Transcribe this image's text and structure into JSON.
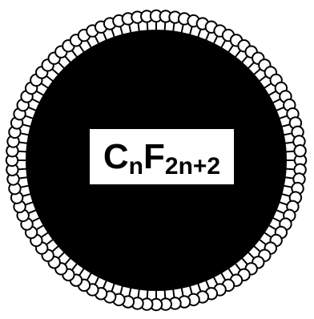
{
  "diagram": {
    "formula": {
      "carbon_symbol": "C",
      "carbon_subscript": "n",
      "fluorine_symbol": "F",
      "fluorine_subscript": "2n+2"
    },
    "colors": {
      "core": "#000000",
      "background": "#ffffff",
      "surfactant_outline": "#000000",
      "surfactant_head_fill": "#ffffff"
    }
  }
}
